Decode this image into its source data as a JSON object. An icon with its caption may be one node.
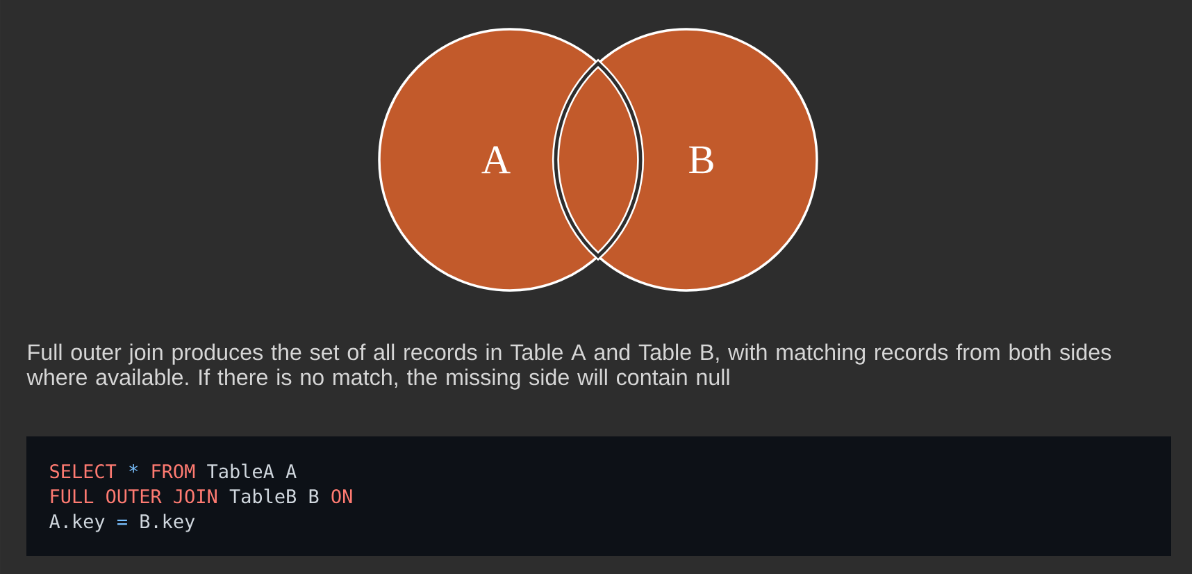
{
  "diagram": {
    "nodes": [
      {
        "text": [
          "A"
        ]
      },
      {
        "text": [
          "B"
        ]
      },
      {
        "text": [],
        "shape": "lens"
      }
    ],
    "labels": [
      "Full outer join produces the set of all records in Table A and Table B, with matching records from both sides where available. If there is no match, the missing side will contain null",
      "SELECT * FROM TableA A",
      "FULL OUTER JOIN TableB B ON",
      "A.key = B.key"
    ]
  }
}
